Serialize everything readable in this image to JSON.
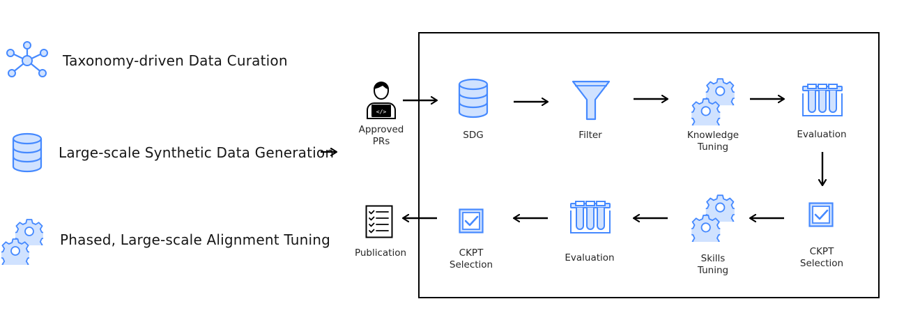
{
  "legend": {
    "items": [
      {
        "label": "Taxonomy-driven Data Curation",
        "icon": "taxonomy-network-icon"
      },
      {
        "label": "Large-scale Synthetic Data Generation",
        "icon": "database-icon"
      },
      {
        "label": "Phased, Large-scale Alignment Tuning",
        "icon": "gears-icon"
      }
    ]
  },
  "pipeline": {
    "input": {
      "label_line1": "Approved",
      "label_line2": "PRs",
      "icon": "developer-laptop-icon"
    },
    "top_row": [
      {
        "label_line1": "SDG",
        "label_line2": "",
        "icon": "database-icon"
      },
      {
        "label_line1": "Filter",
        "label_line2": "",
        "icon": "funnel-icon"
      },
      {
        "label_line1": "Knowledge",
        "label_line2": "Tuning",
        "icon": "gears-icon"
      },
      {
        "label_line1": "Evaluation",
        "label_line2": "",
        "icon": "test-tubes-icon"
      }
    ],
    "bottom_row": [
      {
        "label_line1": "CKPT",
        "label_line2": "Selection",
        "icon": "checkbox-icon"
      },
      {
        "label_line1": "Skills",
        "label_line2": "Tuning",
        "icon": "gears-icon"
      },
      {
        "label_line1": "Evaluation",
        "label_line2": "",
        "icon": "test-tubes-icon"
      },
      {
        "label_line1": "CKPT",
        "label_line2": "Selection",
        "icon": "checkbox-icon"
      }
    ],
    "output": {
      "label_line1": "Publication",
      "label_line2": "",
      "icon": "checklist-document-icon"
    }
  },
  "colors": {
    "icon_fill": "#d0e2ff",
    "icon_stroke": "#4589ff",
    "arrow": "#000000",
    "frame": "#000000"
  }
}
